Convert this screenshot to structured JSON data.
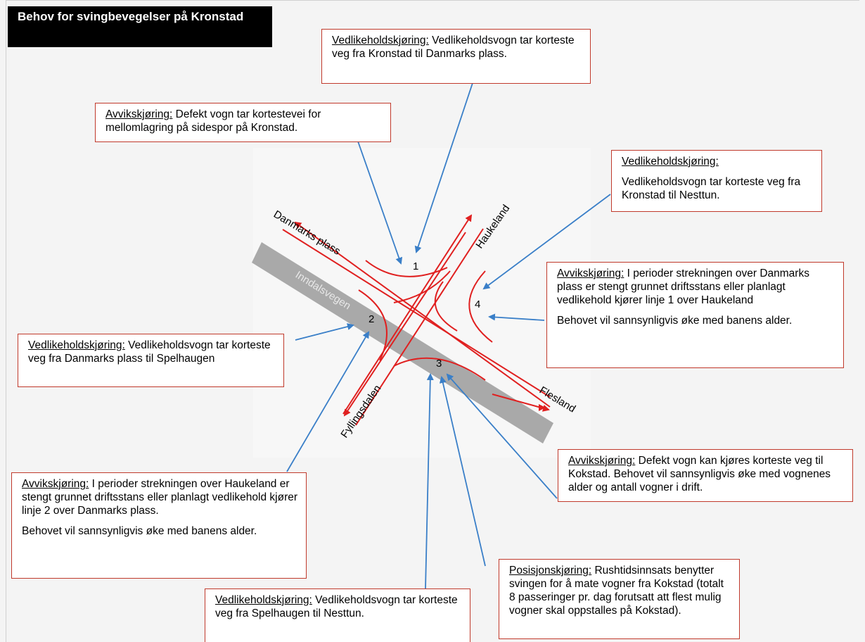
{
  "title": "Behov for svingbevegelser på Kronstad",
  "road_name": "Inndalsvegen",
  "directions": {
    "danmarks_plass": "Danmarks plass",
    "haukeland": "Haukeland",
    "fyllingsdalen": "Fyllingsdalen",
    "flesland": "Flesland"
  },
  "points": {
    "p1": "1",
    "p2": "2",
    "p3": "3",
    "p4": "4"
  },
  "callouts": {
    "top": {
      "heading": "Vedlikeholdskjøring:",
      "text": " Vedlikeholdsvogn tar korteste veg fra Kronstad til Danmarks plass."
    },
    "upper_left": {
      "heading": "Avvikskjøring:",
      "text": "  Defekt vogn tar kortestevei for mellomlagring på sidespor på Kronstad."
    },
    "upper_right": {
      "heading": "Vedlikeholdskjøring:",
      "text": "Vedlikeholdsvogn tar korteste veg fra Kronstad til Nesttun."
    },
    "right": {
      "heading": "Avvikskjøring:",
      "text": " I perioder strekningen over Danmarks plass er stengt grunnet driftsstans eller planlagt vedlikehold kjører linje 1 over Haukeland",
      "text2": "Behovet vil sannsynligvis øke med banens alder."
    },
    "left": {
      "heading": "Vedlikeholdskjøring:",
      "text": " Vedlikeholdsvogn tar korteste veg fra Danmarks plass til Spelhaugen"
    },
    "lower_right": {
      "heading": "Avvikskjøring:",
      "text": " Defekt vogn kan kjøres korteste veg til Kokstad. Behovet vil sannsynligvis øke med vognenes alder og antall vogner i drift."
    },
    "lower_left": {
      "heading": "Avvikskjøring:",
      "text": " I perioder strekningen over Haukeland er stengt grunnet driftsstans eller planlagt vedlikehold kjører linje 2 over Danmarks plass.",
      "text2": "Behovet vil sannsynligvis øke med banens alder."
    },
    "bottom_right": {
      "heading": "Posisjonskjøring:",
      "text": " Rushtidsinnsats benytter svingen for å mate vogner fra Kokstad (totalt 8 passeringer pr. dag forutsatt att flest mulig vogner skal oppstalles på Kokstad)."
    },
    "bottom": {
      "heading": "Vedlikeholdskjøring:",
      "text": " Vedlikeholdsvogn tar korteste veg fra Spelhaugen til Nesttun."
    }
  },
  "colors": {
    "track": "#e02020",
    "pointer": "#3a7fc8",
    "road": "#a9a9a9",
    "border": "#c0392b"
  }
}
